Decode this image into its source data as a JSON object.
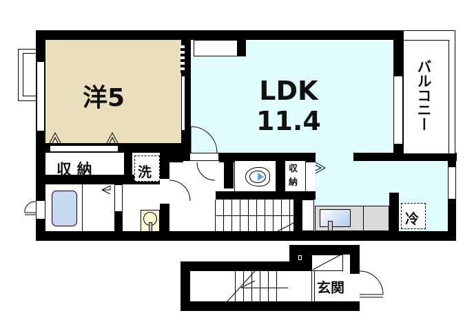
{
  "floorplan": {
    "rooms": [
      {
        "id": "western-room",
        "label": "洋5",
        "type": "Western-style room",
        "size_jo": "5"
      },
      {
        "id": "ldk",
        "label_line1": "LDK",
        "label_line2": "11.4",
        "type": "Living Dining Kitchen",
        "size_jo": "11.4"
      },
      {
        "id": "balcony",
        "label": "バルコニー"
      },
      {
        "id": "closet-main",
        "label": "収 納"
      },
      {
        "id": "washer",
        "label": "洗"
      },
      {
        "id": "closet-small",
        "label_line1": "収",
        "label_line2": "納"
      },
      {
        "id": "fridge",
        "label": "冷"
      },
      {
        "id": "entrance",
        "label": "玄関"
      }
    ],
    "colors": {
      "western_floor": "#eadfbd",
      "ldk_floor": "#e0fcfc",
      "bath": "#c8d8f0",
      "kitchen_counter": "#d9d9d9",
      "wall": "#000000",
      "washbasin": "#fafad2"
    }
  }
}
